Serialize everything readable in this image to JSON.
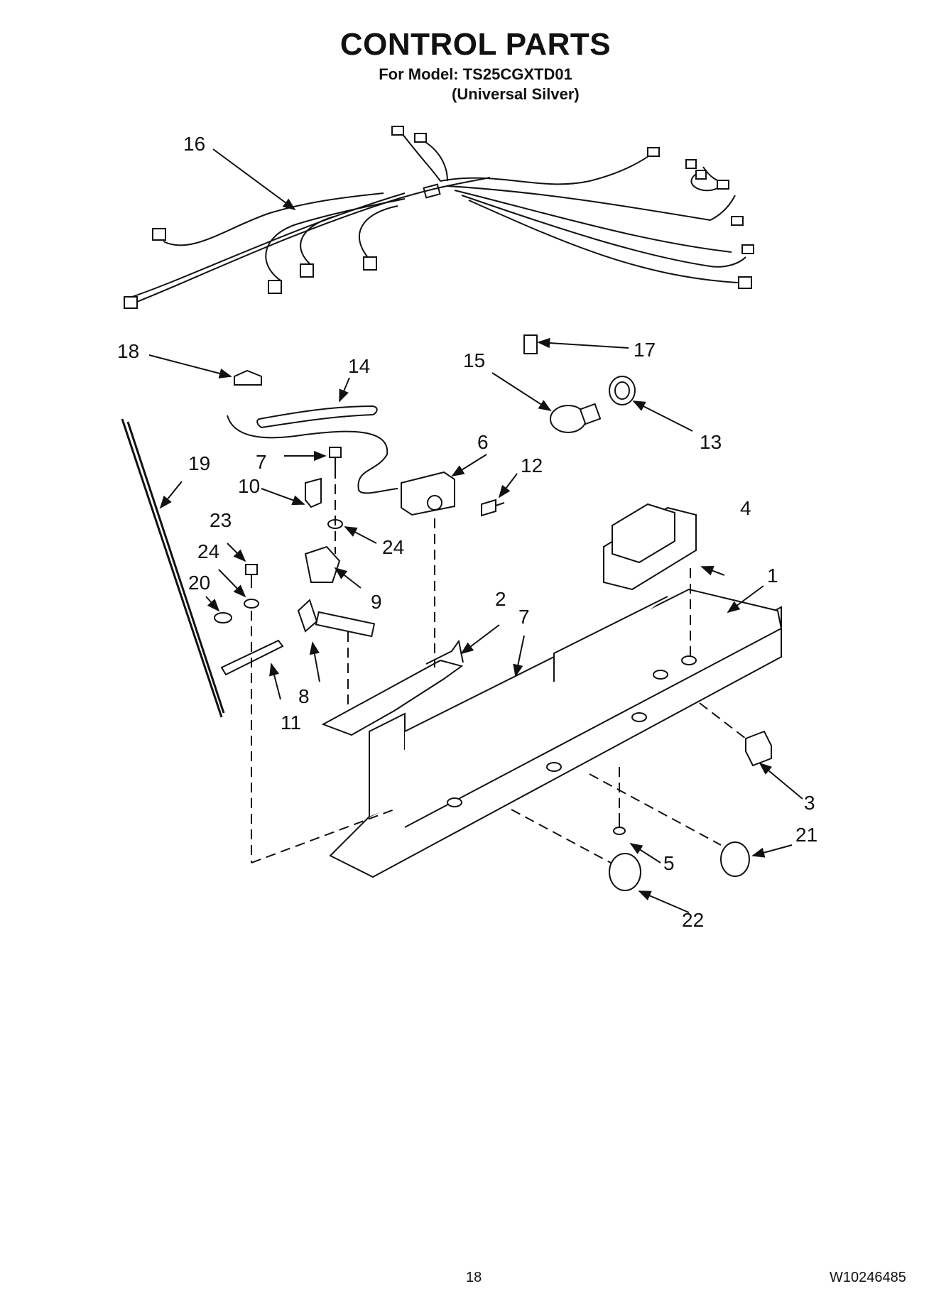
{
  "header": {
    "title": "CONTROL PARTS",
    "model_line": "For Model: TS25CGXTD01",
    "variant_line": "(Universal Silver)"
  },
  "callouts": [
    {
      "id": "c1",
      "label": "1"
    },
    {
      "id": "c2",
      "label": "2"
    },
    {
      "id": "c3",
      "label": "3"
    },
    {
      "id": "c4",
      "label": "4"
    },
    {
      "id": "c5",
      "label": "5"
    },
    {
      "id": "c6",
      "label": "6"
    },
    {
      "id": "c7a",
      "label": "7"
    },
    {
      "id": "c7b",
      "label": "7"
    },
    {
      "id": "c8",
      "label": "8"
    },
    {
      "id": "c9",
      "label": "9"
    },
    {
      "id": "c10",
      "label": "10"
    },
    {
      "id": "c11",
      "label": "11"
    },
    {
      "id": "c12",
      "label": "12"
    },
    {
      "id": "c13",
      "label": "13"
    },
    {
      "id": "c14",
      "label": "14"
    },
    {
      "id": "c15",
      "label": "15"
    },
    {
      "id": "c16",
      "label": "16"
    },
    {
      "id": "c17",
      "label": "17"
    },
    {
      "id": "c18",
      "label": "18"
    },
    {
      "id": "c19",
      "label": "19"
    },
    {
      "id": "c20",
      "label": "20"
    },
    {
      "id": "c21",
      "label": "21"
    },
    {
      "id": "c22",
      "label": "22"
    },
    {
      "id": "c23",
      "label": "23"
    },
    {
      "id": "c24a",
      "label": "24"
    },
    {
      "id": "c24b",
      "label": "24"
    }
  ],
  "footer": {
    "page_number": "18",
    "doc_number": "W10246485"
  }
}
